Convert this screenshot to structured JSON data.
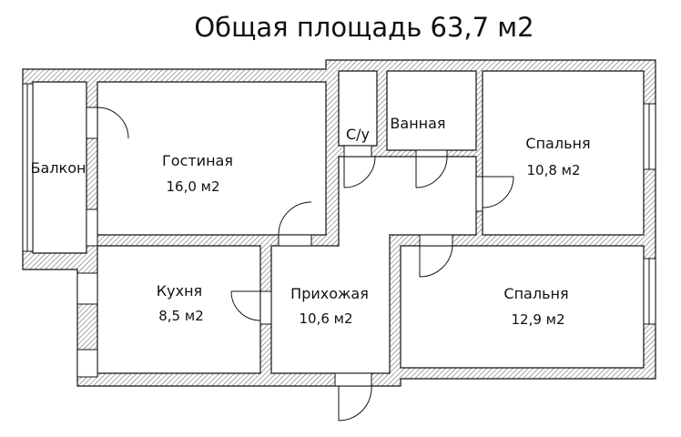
{
  "title": "Общая площадь 63,7 м2",
  "rooms": [
    {
      "id": "balcony",
      "name": "Балкон"
    },
    {
      "id": "living",
      "name": "Гостиная",
      "area": "16,0 м2"
    },
    {
      "id": "wc",
      "name": "С/у"
    },
    {
      "id": "bath",
      "name": "Ванная"
    },
    {
      "id": "bedroom1",
      "name": "Спальня",
      "area": "10,8 м2"
    },
    {
      "id": "kitchen",
      "name": "Кухня",
      "area": "8,5 м2"
    },
    {
      "id": "hall",
      "name": "Прихожая",
      "area": "10,6 м2"
    },
    {
      "id": "bedroom2",
      "name": "Спальня",
      "area": "12,9 м2"
    }
  ],
  "colors": {
    "wall_fill": "#ffffff",
    "wall_hatch": "#555555",
    "line": "#111111"
  }
}
